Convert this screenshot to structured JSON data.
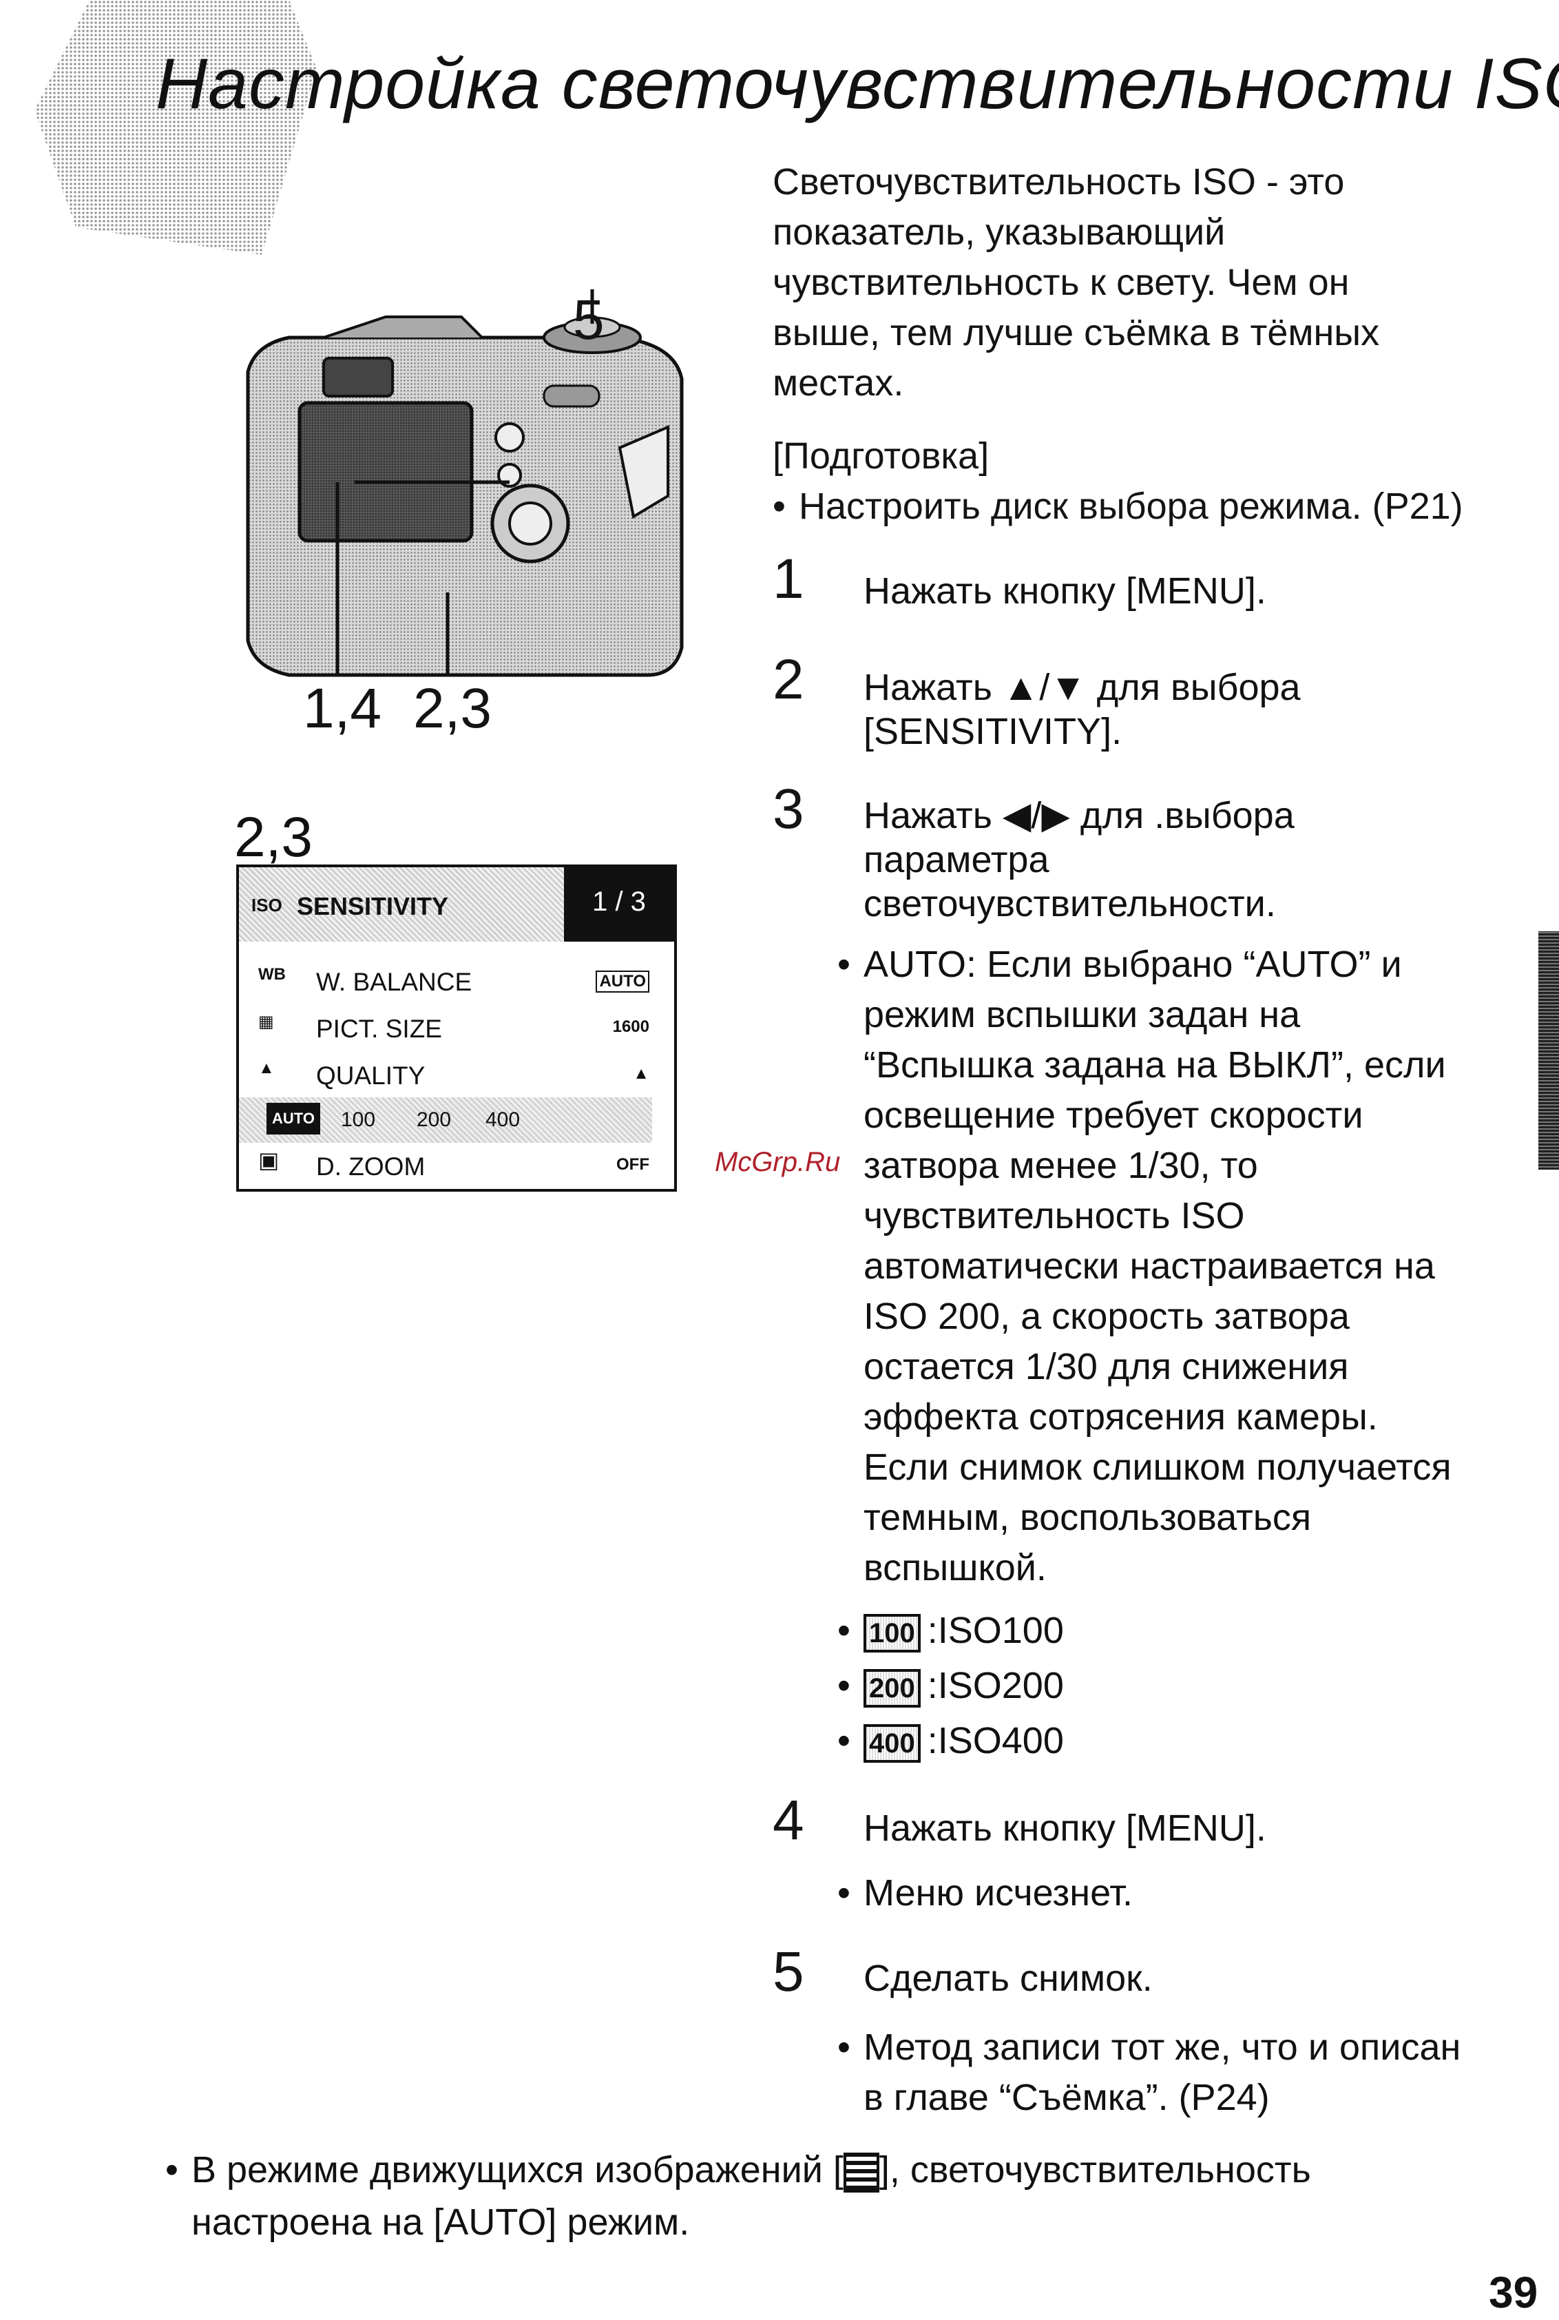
{
  "title": "Настройка светочувствительности ISO",
  "intro": {
    "line1": "Светочувствительность ISO - это",
    "line2": "показатель, указывающий",
    "line3": "чувствительность к свету. Чем он",
    "line4": "выше, тем лучше съёмка в тёмных",
    "line5": "местах."
  },
  "prep": {
    "heading": "[Подготовка]",
    "item": "Настроить диск выбора режима. (P21)"
  },
  "steps": [
    {
      "num": "1",
      "text": "Нажать кнопку [MENU]."
    },
    {
      "num": "2",
      "text1": "Нажать ▲/▼ для  выбора",
      "text2": "[SENSITIVITY]."
    },
    {
      "num": "3",
      "text1": "Нажать ◀/▶ для .выбора",
      "text2": "параметра",
      "text3": "светочувствительности."
    },
    {
      "num": "4",
      "text": "Нажать кнопку [MENU]."
    },
    {
      "num": "5",
      "text": "Сделать снимок."
    }
  ],
  "auto_note": {
    "l1": "AUTO: Если выбрано “AUTO” и",
    "l2": "режим вспышки задан на",
    "l3": "“Вспышка задана на ВЫКЛ”, если",
    "l4": "освещение требует скорости",
    "l5": "затвора менее 1/30, то",
    "l6": "чувствительность ISO",
    "l7": "автоматически настраивается на",
    "l8": "ISO 200, а скорость затвора",
    "l9": "остается 1/30 для снижения",
    "l10": "эффекта сотрясения камеры.",
    "l11": "Если снимок слишком получается",
    "l12": "темным, воспользоваться",
    "l13": "вспышкой."
  },
  "iso_options": [
    {
      "box": "100",
      "text": ":ISO100"
    },
    {
      "box": "200",
      "text": ":ISO200"
    },
    {
      "box": "400",
      "text": ":ISO400"
    }
  ],
  "step4_note": "Меню исчезнет.",
  "step5_note": {
    "l1": "Метод записи тот же, что и описан",
    "l2": "в главе “Съёмка”. (P24)"
  },
  "callouts": {
    "c5": "5",
    "c14": "1,4",
    "c23": "2,3",
    "menu_label": "2,3"
  },
  "menu": {
    "iso_tag": "ISO",
    "title": "SENSITIVITY",
    "page": "1 / 3",
    "rows": [
      {
        "icon": "WB",
        "label": "W. BALANCE",
        "value": "AUTO"
      },
      {
        "icon": "▦",
        "label": "PICT. SIZE",
        "value": "1600"
      },
      {
        "icon": "▲",
        "label": "QUALITY",
        "value": "▲"
      },
      {
        "icon": "",
        "label": "",
        "value": ""
      },
      {
        "icon": "▣",
        "label": "D. ZOOM",
        "value": "OFF"
      }
    ],
    "options": {
      "auto": "AUTO",
      "o1": "100",
      "o2": "200",
      "o3": "400"
    }
  },
  "watermark": "McGrp.Ru",
  "footer": {
    "l1a": "В режиме движущихся изображений [",
    "l1b": "], светочувствительность",
    "l2": "настроена на [AUTO] режим."
  },
  "page_number": "39"
}
